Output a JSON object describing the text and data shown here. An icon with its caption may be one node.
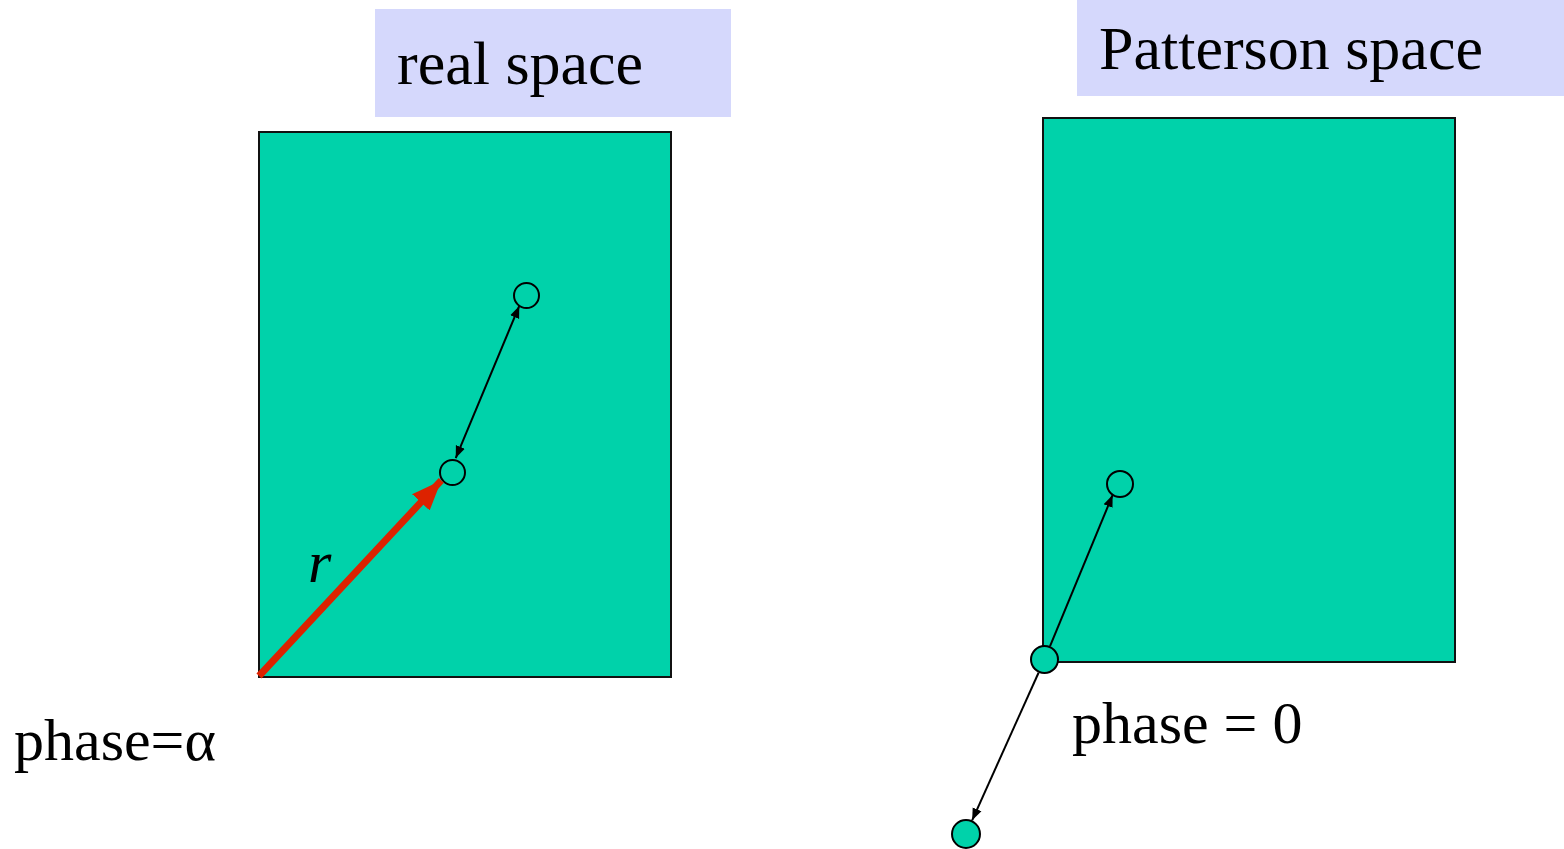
{
  "diagram": {
    "nodes": [
      {
        "text": [
          "real space"
        ]
      },
      {
        "text": [],
        "shape": "box"
      },
      {
        "text": [],
        "shape": "circle",
        "in": 1
      },
      {
        "text": [],
        "shape": "circle",
        "in": 1
      },
      {
        "text": [
          "Patterson space"
        ]
      },
      {
        "text": [],
        "shape": "box"
      },
      {
        "text": [],
        "shape": "circle",
        "in": 5
      },
      {
        "text": [],
        "shape": "circle"
      },
      {
        "text": [],
        "shape": "circle"
      }
    ],
    "edges": [
      {
        "from": null,
        "to": 3,
        "arrow": "to",
        "label": "r",
        "style": "thick",
        "color": "#dd2200"
      },
      {
        "from": 2,
        "to": 3,
        "arrow": "both"
      },
      {
        "from": 7,
        "to": 6,
        "arrow": "to"
      },
      {
        "from": 7,
        "to": 8,
        "arrow": "to"
      }
    ],
    "labels": [
      "phase=α",
      "phase = 0"
    ]
  }
}
